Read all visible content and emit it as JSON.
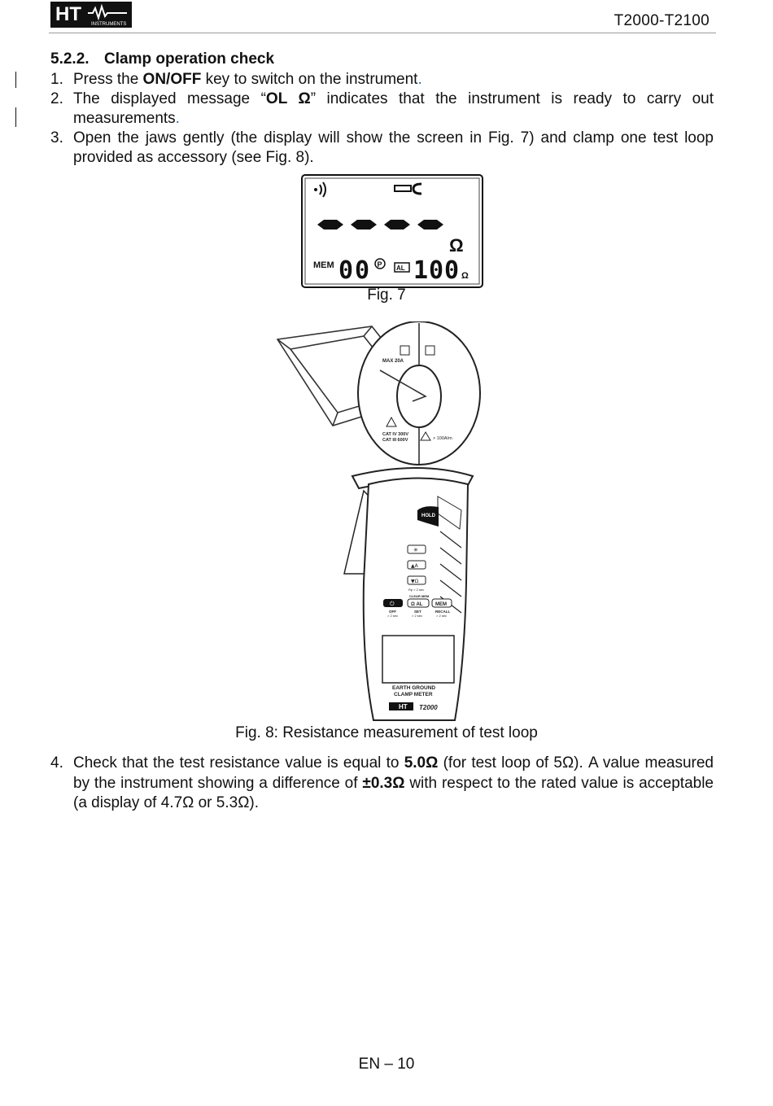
{
  "header": {
    "logo_text": "HT",
    "logo_subtext": "INSTRUMENTS",
    "doc_code": "T2000-T2100"
  },
  "section": {
    "number": "5.2.2.",
    "title": "Clamp operation check"
  },
  "steps": [
    {
      "n": "1.",
      "pre": "Press the ",
      "bold": "ON/OFF",
      "post": " key to switch on the instrument",
      "dot": "."
    },
    {
      "n": "2.",
      "pre": "The displayed message “",
      "bold": "OL Ω",
      "post": "” indicates that the instrument is ready to carry out measurements",
      "dot": "."
    },
    {
      "n": "3.",
      "text": "Open the jaws gently (the display will show the screen in Fig. 7) and clamp one test loop provided as accessory (see Fig. 8)."
    }
  ],
  "fig7": {
    "caption": "Fig. 7",
    "lcd": {
      "mem_label": "MEM",
      "mem_value": "00",
      "p_symbol": "P",
      "al_label": "AL",
      "al_value": "100",
      "unit_big": "Ω",
      "unit_small": "Ω"
    }
  },
  "fig8": {
    "caption": "Fig. 8: Resistance measurement of test loop",
    "device": {
      "max_label": "MAX 20A",
      "cat_label_1": "CAT IV 300V",
      "cat_label_2": "CAT III 600V",
      "field_label": "> 100A/m",
      "hold_button": "HOLD",
      "up_key": "▲A",
      "down_key": "▼Ω",
      "down_key_note": "Rp > 2 sec",
      "clear_mem": "CLEAR MEM",
      "key_power": "⏻",
      "key_omega_al": "Ω AL",
      "key_mem": "MEM",
      "label_off": "OFF",
      "label_off_note": "> 2 sec",
      "label_set": "SET",
      "label_set_note": "> 2 sec",
      "label_recall": "RECALL",
      "label_recall_note": "> 2 sec",
      "model_line_1": "EARTH GROUND",
      "model_line_2": "CLAMP METER",
      "brand": "HT",
      "model": "T2000"
    }
  },
  "step4": {
    "n": "4.",
    "t1": "Check that the test resistance value is equal to ",
    "b1": "5.0Ω",
    "t2": " (for test loop of 5Ω). A value measured by the instrument showing a difference of ",
    "b2": "±0.3Ω",
    "t3": " with respect to the rated value is acceptable (a display of 4.7Ω or 5.3Ω)."
  },
  "footer": {
    "page": "EN – 10"
  }
}
